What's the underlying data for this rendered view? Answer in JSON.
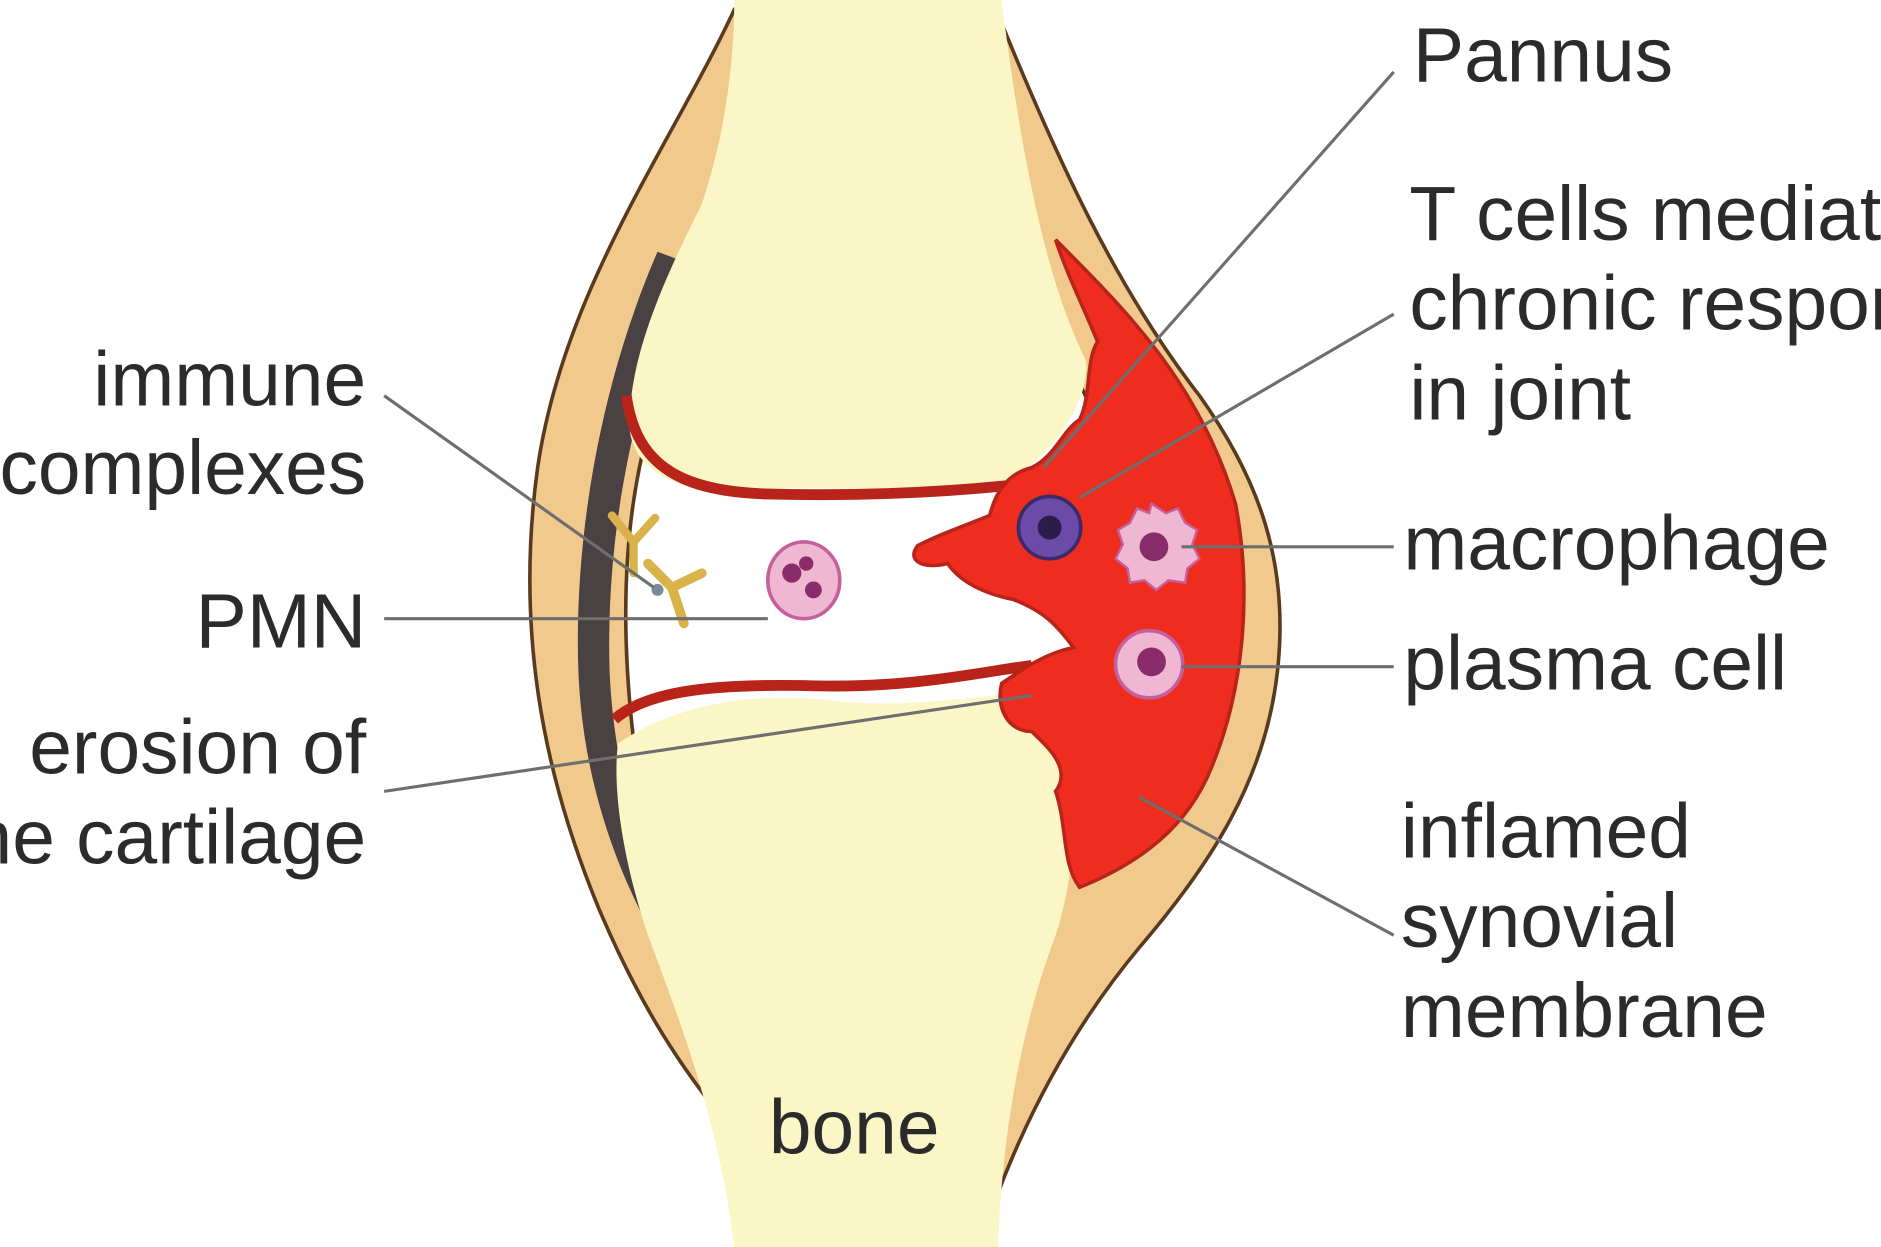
{
  "labels": {
    "pannus": "Pannus",
    "t_cells_line1": "T cells mediating",
    "t_cells_line2": "chronic response",
    "t_cells_line3": "in joint",
    "immune_line1": "immune",
    "immune_line2": "complexes",
    "pmn": "PMN",
    "macrophage": "macrophage",
    "plasma_cell": "plasma cell",
    "erosion_line1": "erosion of",
    "erosion_line2": "the cartilage",
    "inflamed_line1": "inflamed",
    "inflamed_line2": "synovial",
    "inflamed_line3": "membrane",
    "bone": "bone"
  },
  "colors": {
    "bone": "#fbf6c6",
    "capsule": "#f1c98c",
    "capsule_outline": "#5a3a1e",
    "synovium": "#ee2d1f",
    "cartilage_line": "#b8231a",
    "fibrous_dark": "#4a4142",
    "cell_pink": "#f0b7d2",
    "cell_nucleus": "#8a2b6a",
    "antibody": "#d9b24a",
    "leader_line": "#6e6e6e"
  }
}
